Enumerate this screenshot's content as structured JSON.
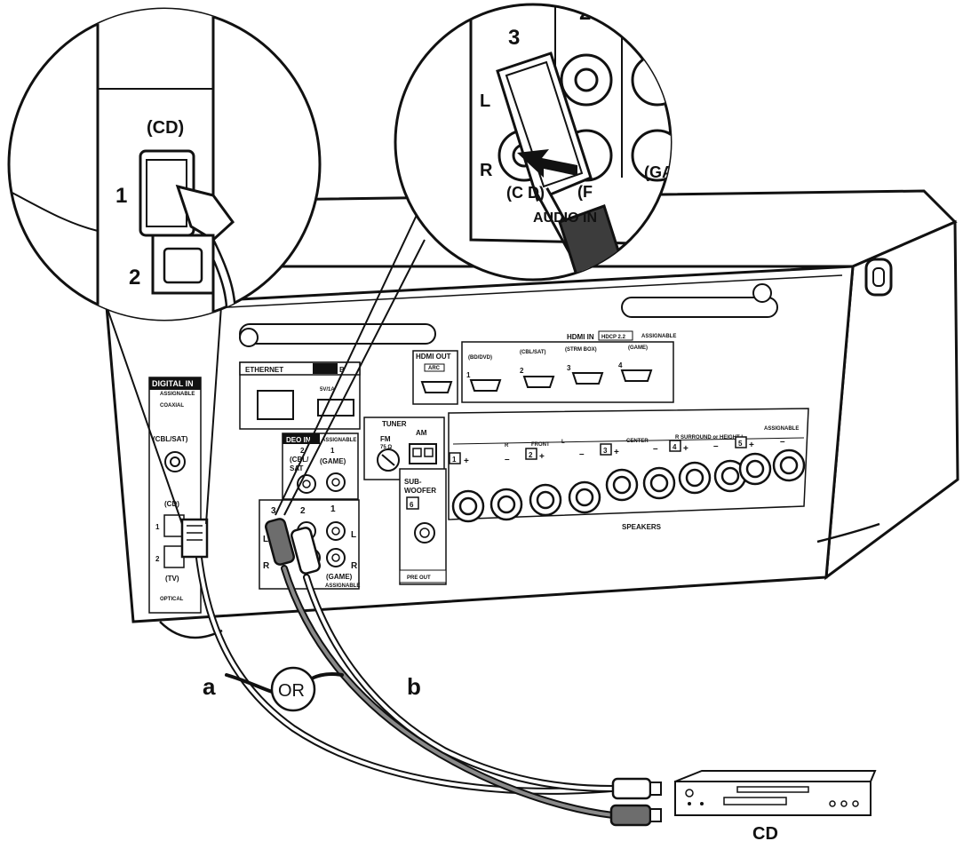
{
  "receiver": {
    "digital_in": {
      "title": "DIGITAL IN",
      "assignable": "ASSIGNABLE",
      "coaxial": "COAXIAL",
      "coax_input": "(CBL/SAT)",
      "opt1": "(CD)",
      "opt1_num": "1",
      "opt2_num": "2",
      "opt2": "(TV)",
      "optical": "OPTICAL"
    },
    "ethernet": "ETHERNET",
    "usb_partial": "B",
    "usb_rating": "5V/1A",
    "hdmi_out": {
      "title": "HDMI OUT",
      "arc": "ARC"
    },
    "hdmi_in": {
      "title": "HDMI IN",
      "hdcp": "HDCP 2.2",
      "assignable": "ASSIGNABLE",
      "ports": [
        {
          "num": "1",
          "name": "(BD/DVD)"
        },
        {
          "num": "2",
          "name": "(CBL/SAT)"
        },
        {
          "num": "3",
          "name": "(STRM BOX)"
        },
        {
          "num": "4",
          "name": "(GAME)"
        }
      ]
    },
    "video_in": {
      "title": "DEO IN",
      "assignable": "ASSIGNABLE",
      "in2_num": "2",
      "in2_name": "(CBL/",
      "in2_name2": "SAT",
      "in1_num": "1",
      "in1_name": "(GAME)"
    },
    "audio_in": {
      "col3": "3",
      "col2": "2",
      "col1": "1",
      "l": "L",
      "r": "R",
      "game": "(GAME)",
      "assignable": "ASSIGNABLE"
    },
    "tuner": {
      "title": "TUNER",
      "fm": "FM",
      "fm_ohm": "75 Ω",
      "am": "AM"
    },
    "subwoofer": {
      "title": "SUB-",
      "title2": "WOOFER",
      "num": "6",
      "pre_out": "PRE OUT"
    },
    "speakers": {
      "front": "FRONT",
      "front_r": "R",
      "front_l": "L",
      "center": "CENTER",
      "surround": "R  SURROUND or HEIGHT  L",
      "assignable": "ASSIGNABLE",
      "label": "SPEAKERS",
      "n1": "1",
      "n2": "2",
      "n3": "3",
      "n4": "4",
      "n5": "5",
      "plus": "+",
      "minus": "–"
    }
  },
  "zoom_left": {
    "label_cd": "(CD)",
    "num1": "1",
    "num2": "2"
  },
  "zoom_right": {
    "col3": "3",
    "col2": "2",
    "l": "L",
    "r": "R",
    "cd": "(C D)",
    "partial_p": "(F",
    "partial_ga": "(GA",
    "audio_in": "AUDIO IN"
  },
  "callouts": {
    "a": "a",
    "or": "OR",
    "b": "b"
  },
  "device": {
    "label": "CD"
  }
}
